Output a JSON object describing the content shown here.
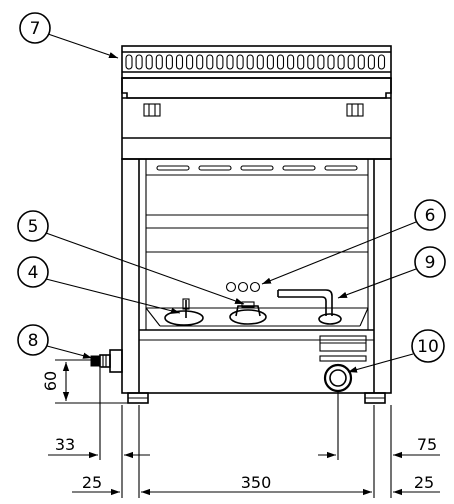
{
  "callouts": [
    {
      "id": "7",
      "label": "7"
    },
    {
      "id": "5",
      "label": "5"
    },
    {
      "id": "6",
      "label": "6"
    },
    {
      "id": "4",
      "label": "4"
    },
    {
      "id": "9",
      "label": "9"
    },
    {
      "id": "8",
      "label": "8"
    },
    {
      "id": "10",
      "label": "10"
    }
  ],
  "dimensions": {
    "height_60": "60",
    "left_33": "33",
    "right_75": "75",
    "left_25": "25",
    "width_350": "350",
    "right_25": "25"
  },
  "colors": {
    "line": "#000000",
    "background": "#ffffff"
  }
}
